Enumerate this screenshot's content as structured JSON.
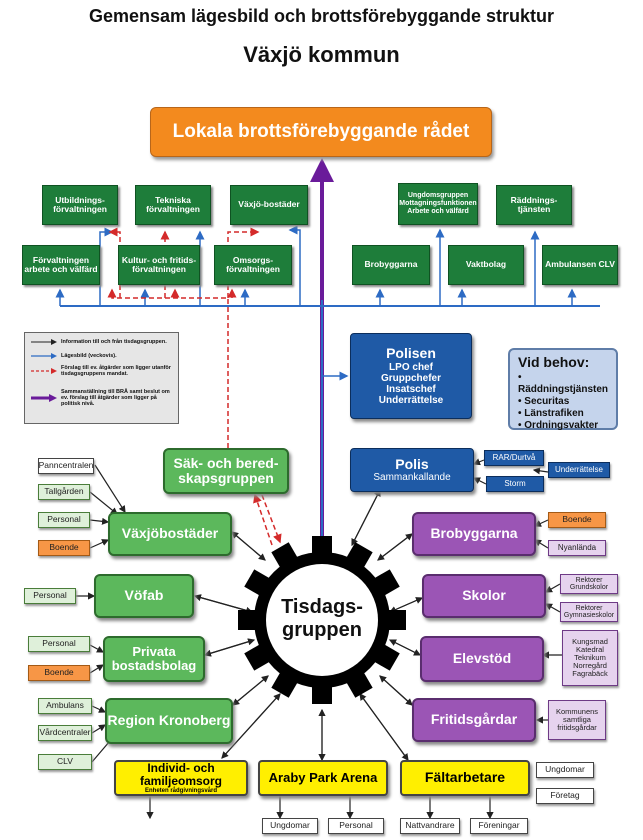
{
  "header": {
    "title": "Gemensam lägesbild och brottsförebyggande struktur",
    "subtitle": "Växjö kommun"
  },
  "top_box": "Lokala brottsförebyggande rådet",
  "admin_units": {
    "utbildning": "Utbildnings-förvaltningen",
    "tekniska": "Tekniska förvaltningen",
    "vaxjobostader_top": "Växjö-bostäder",
    "forvaltningen_arbete": "Förvaltningen arbete och välfärd",
    "kultur": "Kultur- och fritids-förvaltningen",
    "omsorg": "Omsorgs-förvaltningen",
    "ungdomsgruppen": "Ungdomsgruppen Mottagningsfunktionen Arbete och välfärd",
    "raddning": "Räddnings-tjänsten",
    "brobyggarna_top": "Brobyggarna",
    "vaktbolag": "Vaktbolag",
    "ambulansen": "Ambulansen CLV"
  },
  "legend": {
    "items": [
      "Information till och från tisdagsgruppen.",
      "Lägesbild (veckovis).",
      "Förslag till ev. åtgärder som ligger utanför tisdagsgruppens mandat.",
      "Sammanställning till BRÅ samt beslut om ev. förslag till åtgärder som ligger på politisk nivå."
    ]
  },
  "polisen": {
    "title": "Polisen",
    "lines": [
      "LPO chef",
      "Gruppchefer",
      "Insatschef",
      "Underrättelse"
    ]
  },
  "vid_behov": {
    "title": "Vid behov:",
    "items": [
      "• Räddningstjänsten",
      "• Securitas",
      "• Länstrafiken",
      "• Ordningsvakter"
    ]
  },
  "sak": "Säk- och bered-skapsgruppen",
  "polis2": {
    "title": "Polis",
    "sub": "Sammankallande"
  },
  "polis_side": {
    "rar": "RAR/Durtvå",
    "underrattelse": "Underrättelse",
    "storm": "Storm"
  },
  "gear_label": "Tisdags-gruppen",
  "left_nodes": {
    "vaxjobostader": "Växjöbostäder",
    "vofab": "Vöfab",
    "privata": "Privata bostadsbolag",
    "region": "Region Kronoberg"
  },
  "left_small": {
    "panncentralen": "Panncentralen",
    "tallgarden": "Tallgården",
    "personal1": "Personal",
    "boende1": "Boende",
    "personal_vofab": "Personal",
    "personal2": "Personal",
    "boende2": "Boende",
    "ambulans": "Ambulans",
    "vardcentraler": "Vårdcentraler",
    "clv": "CLV"
  },
  "right_nodes": {
    "brobyggarna": "Brobyggarna",
    "skolor": "Skolor",
    "elevstod": "Elevstöd",
    "fritidsgardar": "Fritidsgårdar"
  },
  "right_small": {
    "boende": "Boende",
    "nyanlanda": "Nyanlända",
    "rektorer_grund": "Rektorer Grundskolor",
    "rektorer_gym": "Rektorer Gymnasieskolor",
    "elevstod_list": "Kungsmad Katedral Teknikum Norregård Fagrabäck",
    "kommunens": "Kommunens samtliga fritidsgårdar"
  },
  "bottom_nodes": {
    "individ": "Individ- och familjeomsorg",
    "individ_sub": "Enheten rådgivningsvård",
    "araby": "Araby Park Arena",
    "faltarbetare": "Fältarbetare"
  },
  "bottom_small": {
    "ungdomar1": "Ungdomar",
    "personal": "Personal",
    "nattvandrare": "Nattvandrare",
    "foreningar": "Föreningar",
    "ungdomar2": "Ungdomar",
    "foretag": "Företag"
  },
  "colors": {
    "orange": "#f38a1e",
    "dark_green": "#1e7d3a",
    "light_green": "#5cb85c",
    "purple": "#9b55b5",
    "yellow": "#ffef00",
    "blue": "#1f5aa6",
    "arrow_blue": "#2d6bc4",
    "arrow_red": "#d42a2a",
    "arrow_purple": "#6a1b9a"
  }
}
